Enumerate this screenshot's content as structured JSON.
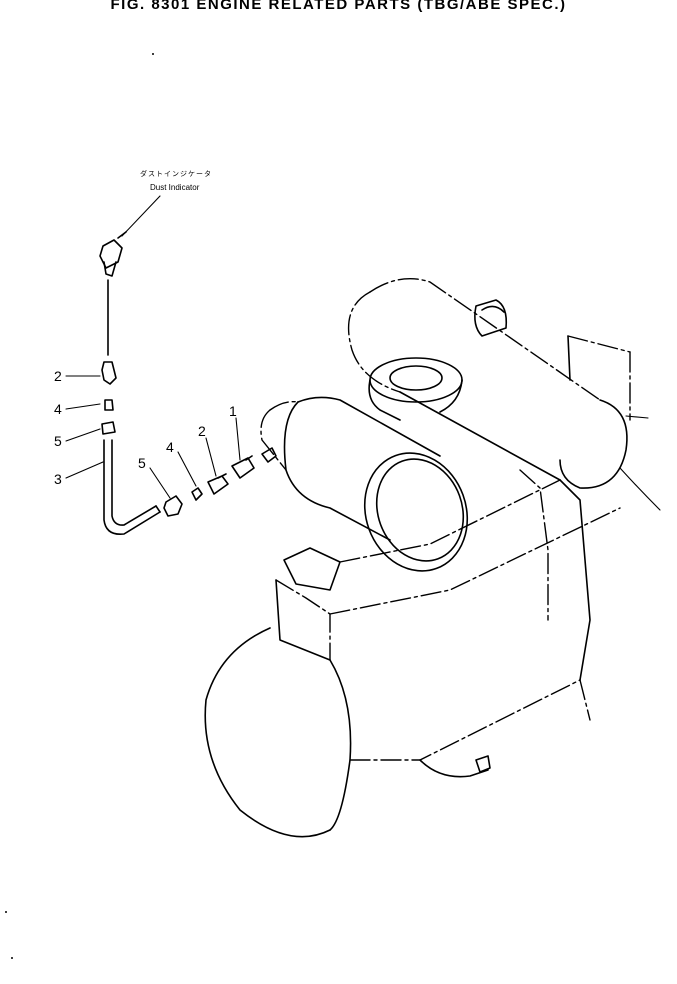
{
  "figure": {
    "title": "FIG. 8301   ENGINE RELATED PARTS (TBG/ABE SPEC.)"
  },
  "callout": {
    "jp_label": "ダストインジケータ",
    "en_label": "Dust Indicator"
  },
  "part_labels": {
    "left_2": "2",
    "left_4": "4",
    "left_5": "5",
    "left_3": "3",
    "mid_5": "5",
    "mid_4": "4",
    "mid_2": "2",
    "mid_1": "1"
  }
}
